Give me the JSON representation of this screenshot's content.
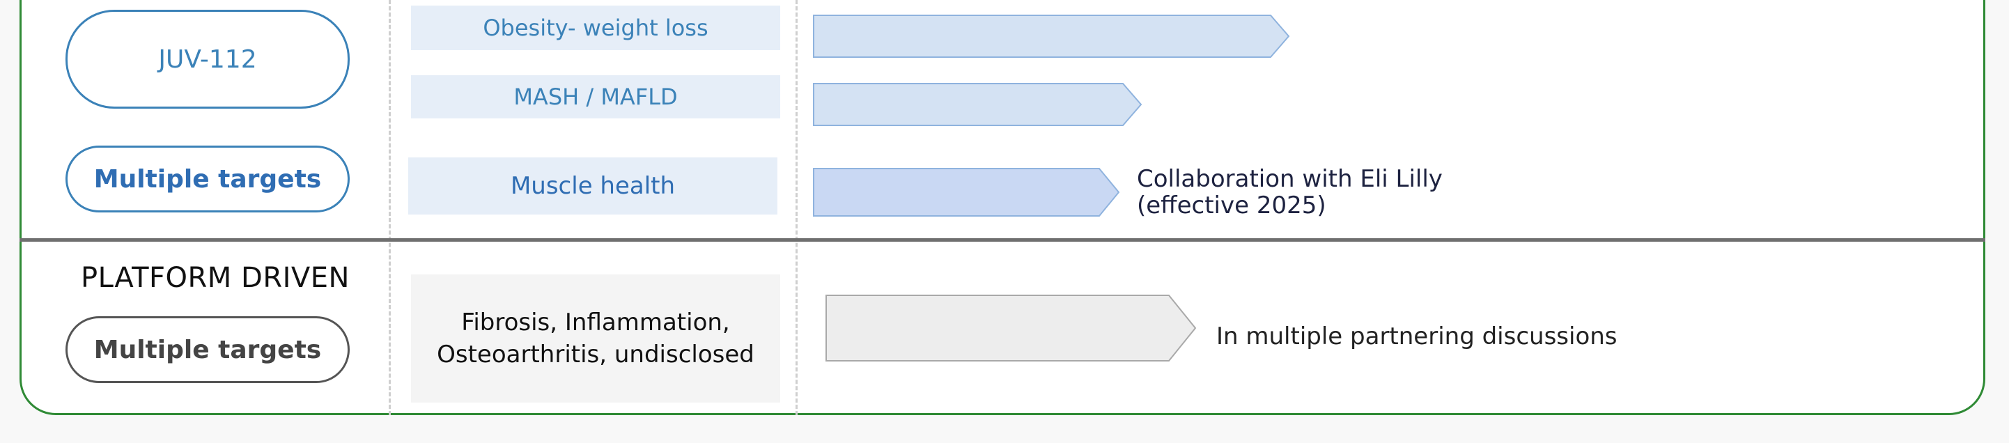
{
  "rows": [
    {
      "indication": "Obesity- weight loss"
    },
    {
      "indication": "MASH / MAFLD"
    },
    {
      "indication": "Muscle health",
      "note_line1": "Collaboration with Eli Lilly",
      "note_line2": "(effective 2025)"
    }
  ],
  "programs": {
    "juv112": "JUV-112",
    "multiple_targets_top": "Multiple targets"
  },
  "platform": {
    "section_title": "PLATFORM DRIVEN",
    "program": "Multiple targets",
    "indication_line1": "Fibrosis, Inflammation,",
    "indication_line2": "Osteoarthritis, undisclosed",
    "note": "In multiple partnering discussions"
  },
  "colors": {
    "card_border": "#2f8a35",
    "blue_text": "#3b82b8",
    "blue_fill": "#d4e2f3",
    "arrow_stroke": "#8fb3de",
    "gray_fill": "#ededed"
  }
}
